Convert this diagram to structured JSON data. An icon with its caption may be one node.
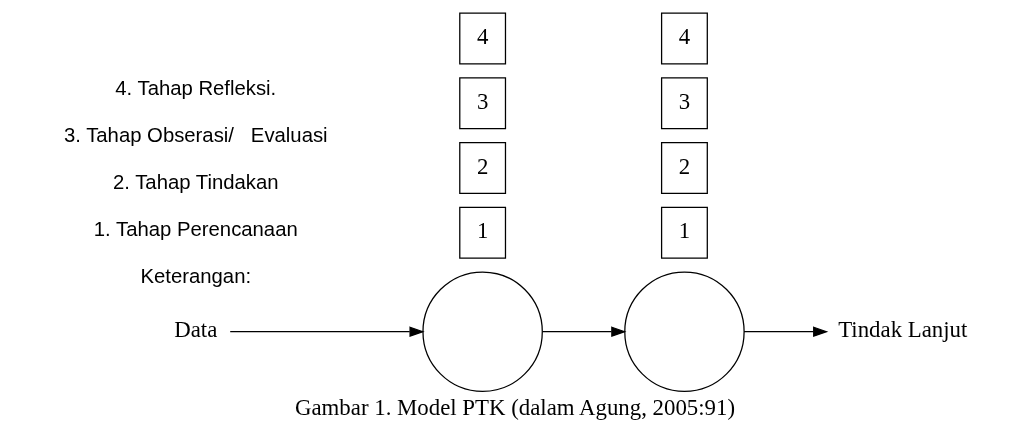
{
  "diagram": {
    "caption": "Gambar 1. Model PTK (dalam Agung, 2005:91)",
    "nodes": [
      {
        "text": [
          "Data"
        ]
      },
      {
        "text": [],
        "shape": "circle"
      },
      {
        "text": [
          "1"
        ]
      },
      {
        "text": [
          "2"
        ]
      },
      {
        "text": [
          "3"
        ]
      },
      {
        "text": [
          "4"
        ]
      },
      {
        "text": [],
        "shape": "circle"
      },
      {
        "text": [
          "1"
        ]
      },
      {
        "text": [
          "2"
        ]
      },
      {
        "text": [
          "3"
        ]
      },
      {
        "text": [
          "4"
        ]
      },
      {
        "text": [
          "Tindak Lanjut"
        ]
      }
    ],
    "edges": [
      {
        "from": 0,
        "to": 1,
        "arrow": "to"
      },
      {
        "from": 1,
        "to": 6,
        "arrow": "to"
      },
      {
        "from": 6,
        "to": 11,
        "arrow": "to"
      }
    ],
    "labels": [
      "Keterangan:",
      "1. Tahap Perencanaan",
      "2. Tahap Tindakan",
      "3. Tahap Obserasi/   Evaluasi",
      "4. Tahap Refleksi."
    ]
  }
}
